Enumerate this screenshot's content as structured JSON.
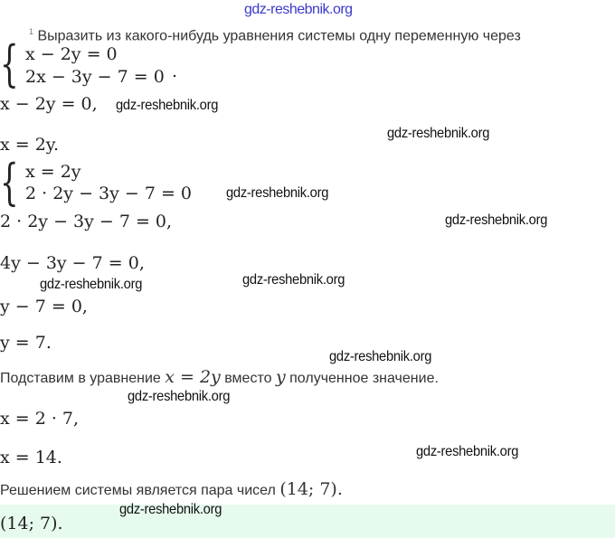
{
  "header_watermark": "gdz-reshebnik.org",
  "watermark": "gdz-reshebnik.org",
  "step_number": "1",
  "step_text": "Выразить из какого-нибудь уравнения системы одну переменную через",
  "system1": [
    "x − 2y = 0",
    "2x − 3y − 7 = 0"
  ],
  "system1_end": ".",
  "line1": "x − 2y = 0,",
  "line2": "x = 2y.",
  "system2": [
    "x = 2y",
    "2 · 2y − 3y − 7 = 0"
  ],
  "line3": "2 · 2y − 3y − 7 = 0,",
  "line4": "4y − 3y − 7 = 0,",
  "line5": "y − 7 = 0,",
  "line6": "y = 7.",
  "substitute": {
    "a": "Подставим в уравнение",
    "eq": "x = 2y",
    "b": "вместо",
    "var": "y",
    "c": "полученное значение."
  },
  "line7": "x = 2 · 7,",
  "line8": "x = 14.",
  "solution": {
    "text": "Решением системы является пара чисел",
    "pair": "(14; 7)."
  },
  "answer": "(14; 7).",
  "colors": {
    "answer_bg": "#e6fbee",
    "header_watermark": "#3a3acc"
  }
}
